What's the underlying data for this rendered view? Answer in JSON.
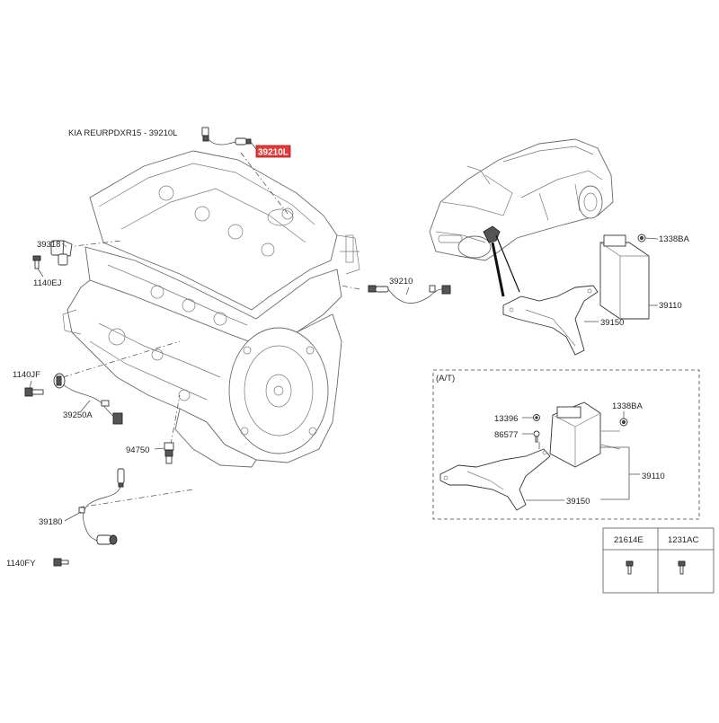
{
  "header": {
    "title": "KIA REURPDXR15 - 39210L"
  },
  "highlight": {
    "part": "39210L",
    "color": "#e23a3a",
    "text_color": "#ffffff"
  },
  "callouts": {
    "p39318": "39318",
    "p1140EJ": "1140EJ",
    "p1140JF": "1140JF",
    "p39250A": "39250A",
    "p94750": "94750",
    "p39180": "39180",
    "p1140FY": "1140FY",
    "p39210": "39210",
    "p1338BA_top": "1338BA",
    "p39110_top": "39110",
    "p39150_top": "39150",
    "p13396": "13396",
    "p86577": "86577",
    "p1338BA_at": "1338BA",
    "p39110_at": "39110",
    "p39150_at": "39150"
  },
  "at_box": {
    "label": "(A/T)"
  },
  "fastener_table": {
    "headers": [
      "21614E",
      "1231AC"
    ]
  }
}
